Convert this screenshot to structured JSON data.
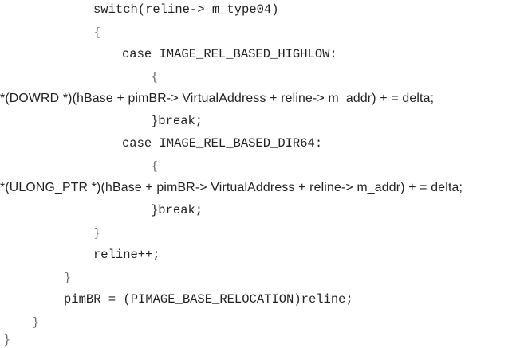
{
  "code_lines": [
    {
      "indent": 117,
      "text": "switch(reline-> m_type04)"
    },
    {
      "indent": 117,
      "text": "{"
    },
    {
      "indent": 153,
      "text": "case IMAGE_REL_BASED_HIGHLOW:"
    },
    {
      "indent": 189,
      "text": "{"
    },
    {
      "indent": 0,
      "text": "*(DOWRD *)(hBase + pimBR-> VirtualAddress + reline-> m_addr) + = delta;"
    },
    {
      "indent": 189,
      "text": "}break;"
    },
    {
      "indent": 153,
      "text": "case IMAGE_REL_BASED_DIR64:"
    },
    {
      "indent": 189,
      "text": "{"
    },
    {
      "indent": 0,
      "text": "*(ULONG_PTR *)(hBase + pimBR-> VirtualAddress + reline-> m_addr) + = delta;"
    },
    {
      "indent": 189,
      "text": "}break;"
    },
    {
      "indent": 117,
      "text": "}"
    },
    {
      "indent": 117,
      "text": "reline++;"
    },
    {
      "indent": 80,
      "text": "}"
    },
    {
      "indent": 80,
      "text": "pimBR = (PIMAGE_BASE_RELOCATION)reline;"
    },
    {
      "indent": 40,
      "text": "}"
    },
    {
      "indent": 4,
      "text": "}"
    }
  ]
}
